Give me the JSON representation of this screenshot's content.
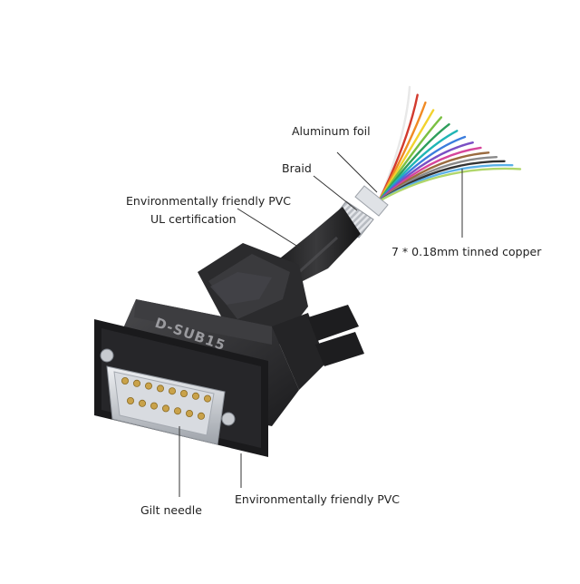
{
  "labels": {
    "aluminum_foil": "Aluminum foil",
    "braid": "Braid",
    "pvc_jacket": "Environmentally friendly PVC",
    "ul_certification": "UL certification",
    "tinned_copper": "7 * 0.18mm tinned copper",
    "gilt_needle": "Gilt needle",
    "pvc_shell": "Environmentally friendly PVC"
  },
  "shell_marking": "D-SUB15",
  "colors": {
    "shell": "#2b2b2d",
    "shell_dark": "#141415",
    "metal": "#c9ccd1",
    "gold": "#c9a24a",
    "leader": "#333333"
  },
  "wire_colors": [
    "#e8e8e8",
    "#d23a2e",
    "#f08a24",
    "#f2d22e",
    "#7bc043",
    "#2e9e5b",
    "#1fb5b5",
    "#3b7ddd",
    "#7a4fc4",
    "#d6459b",
    "#9a6b3f",
    "#8a8a8a",
    "#333333",
    "#5ab0e8",
    "#b0d66a"
  ]
}
